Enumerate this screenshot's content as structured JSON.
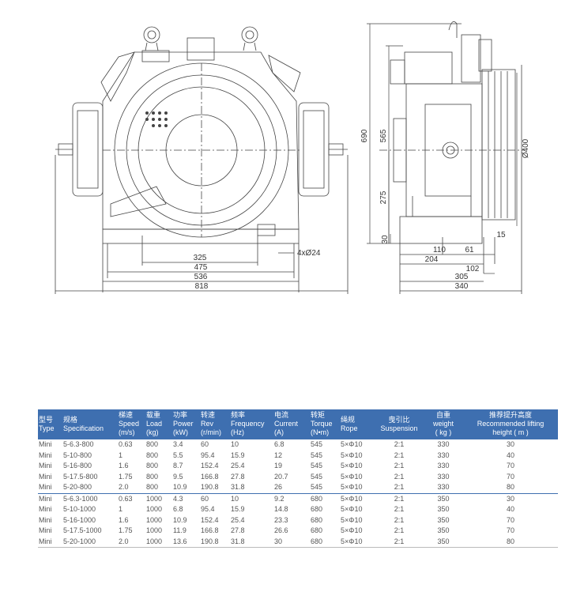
{
  "drawing": {
    "front_dims": [
      "325",
      "475",
      "536",
      "818"
    ],
    "holes_label": "4xØ24",
    "side_dims_horizontal": [
      "110",
      "61",
      "204",
      "102",
      "305",
      "340"
    ],
    "side_dims_vertical": [
      "690",
      "565",
      "275",
      "30"
    ],
    "pulley_diameter": "Ø400",
    "pulley_offset": "15"
  },
  "table": {
    "headers": [
      {
        "cn": "型号",
        "en": "Type"
      },
      {
        "cn": "规格",
        "en": "Specification"
      },
      {
        "cn": "梯速",
        "en": "Speed",
        "en2": "(m/s)"
      },
      {
        "cn": "载重",
        "en": "Load",
        "en2": "(kg)"
      },
      {
        "cn": "功率",
        "en": "Power",
        "en2": "(kW)"
      },
      {
        "cn": "转速",
        "en": "Rev",
        "en2": "(r/min)"
      },
      {
        "cn": "频率",
        "en": "Frequency",
        "en2": "(Hz)"
      },
      {
        "cn": "电流",
        "en": "Current",
        "en2": "(A)"
      },
      {
        "cn": "转矩",
        "en": "Torque",
        "en2": "(N•m)"
      },
      {
        "cn": "绳规",
        "en": "Rope"
      },
      {
        "cn": "曳引比",
        "en": "Suspension"
      },
      {
        "cn": "自重",
        "en": "weight",
        "en2": "( kg )"
      },
      {
        "cn": "推荐提升高度",
        "en": "Recommended lifting",
        "en2": "height ( m )"
      }
    ],
    "rows": [
      [
        "Mini",
        "5-6.3-800",
        "0.63",
        "800",
        "3.4",
        "60",
        "10",
        "6.8",
        "545",
        "5×Φ10",
        "2:1",
        "330",
        "30"
      ],
      [
        "Mini",
        "5-10-800",
        "1",
        "800",
        "5.5",
        "95.4",
        "15.9",
        "12",
        "545",
        "5×Φ10",
        "2:1",
        "330",
        "40"
      ],
      [
        "Mini",
        "5-16-800",
        "1.6",
        "800",
        "8.7",
        "152.4",
        "25.4",
        "19",
        "545",
        "5×Φ10",
        "2:1",
        "330",
        "70"
      ],
      [
        "Mini",
        "5-17.5-800",
        "1.75",
        "800",
        "9.5",
        "166.8",
        "27.8",
        "20.7",
        "545",
        "5×Φ10",
        "2:1",
        "330",
        "70"
      ],
      [
        "Mini",
        "5-20-800",
        "2.0",
        "800",
        "10.9",
        "190.8",
        "31.8",
        "26",
        "545",
        "5×Φ10",
        "2:1",
        "330",
        "80"
      ],
      [
        "Mini",
        "5-6.3-1000",
        "0.63",
        "1000",
        "4.3",
        "60",
        "10",
        "9.2",
        "680",
        "5×Φ10",
        "2:1",
        "350",
        "30"
      ],
      [
        "Mini",
        "5-10-1000",
        "1",
        "1000",
        "6.8",
        "95.4",
        "15.9",
        "14.8",
        "680",
        "5×Φ10",
        "2:1",
        "350",
        "40"
      ],
      [
        "Mini",
        "5-16-1000",
        "1.6",
        "1000",
        "10.9",
        "152.4",
        "25.4",
        "23.3",
        "680",
        "5×Φ10",
        "2:1",
        "350",
        "70"
      ],
      [
        "Mini",
        "5-17.5-1000",
        "1.75",
        "1000",
        "11.9",
        "166.8",
        "27.8",
        "26.6",
        "680",
        "5×Φ10",
        "2:1",
        "350",
        "70"
      ],
      [
        "Mini",
        "5-20-1000",
        "2.0",
        "1000",
        "13.6",
        "190.8",
        "31.8",
        "30",
        "680",
        "5×Φ10",
        "2:1",
        "350",
        "80"
      ]
    ]
  },
  "colors": {
    "header_bg": "#3e6fb0",
    "line": "#444444"
  }
}
